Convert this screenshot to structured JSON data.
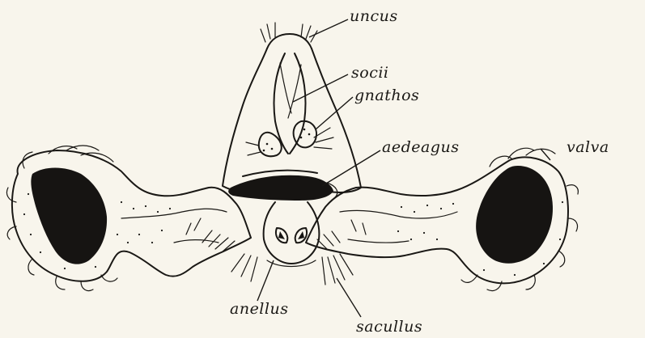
{
  "figure": {
    "background_color": "#f8f5ec",
    "ink_color": "#1a1815",
    "labels": {
      "uncus": "uncus",
      "socii": "socii",
      "gnathos": "gnathos",
      "aedeagus": "aedeagus",
      "valva": "valva",
      "anellus": "anellus",
      "sacullus": "sacullus"
    }
  }
}
